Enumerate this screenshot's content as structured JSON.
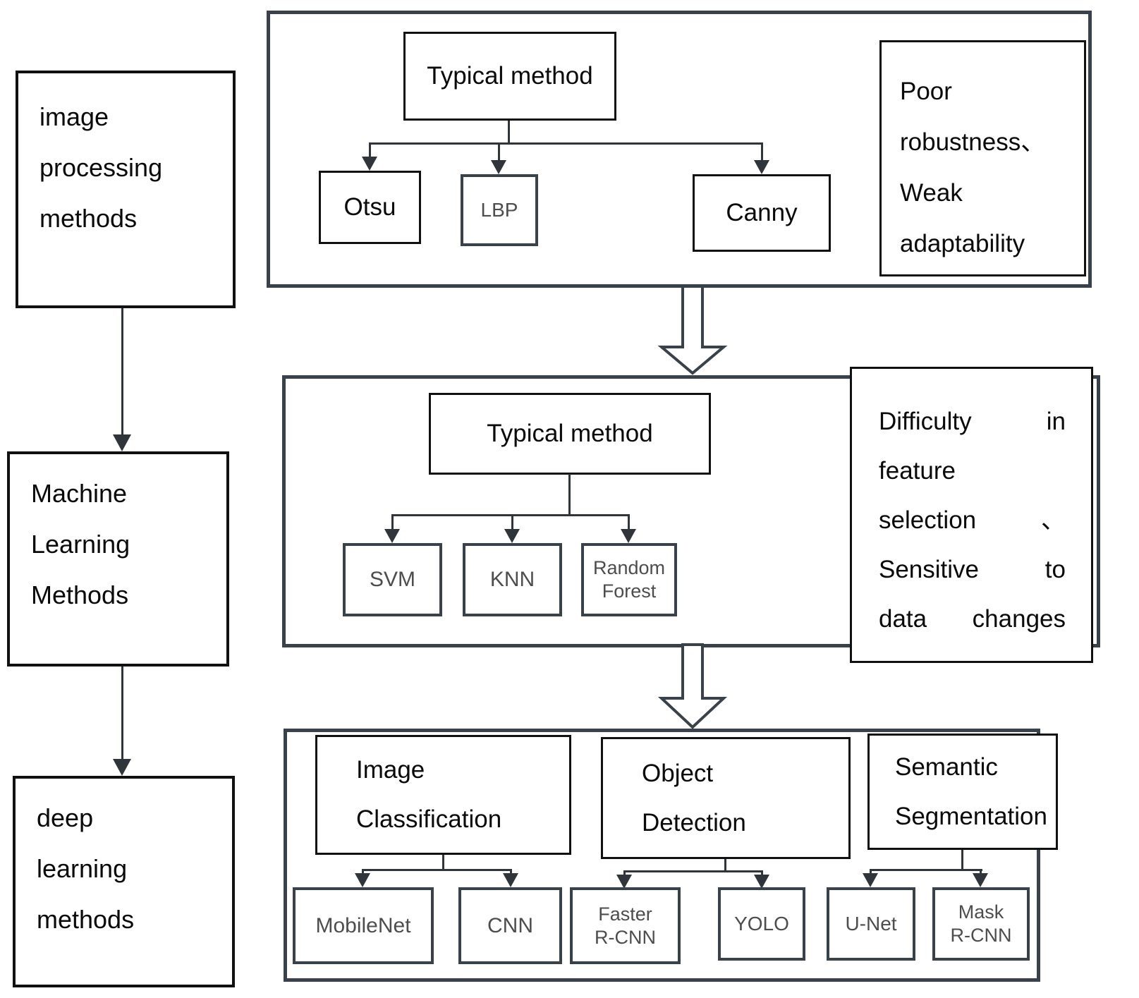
{
  "left_column": {
    "image_processing_label": "image\nprocessing\nmethods",
    "machine_learning_label": "Machine\nLearning\nMethods",
    "deep_learning_label": "deep\nlearning\nmethods"
  },
  "image_processing_stage": {
    "header_label": "Typical method",
    "otsu_label": "Otsu",
    "lbp_label": "LBP",
    "canny_label": "Canny",
    "drawback_label": "Poor\nrobustness、\nWeak\nadaptability"
  },
  "machine_learning_stage": {
    "header_label": "Typical method",
    "svm_label": "SVM",
    "knn_label": "KNN",
    "random_forest_label": "Random\nForest",
    "drawback_label": "Difficulty in\nfeature\nselection 、\nSensitive to\ndata changes"
  },
  "deep_learning_stage": {
    "image_classification_label": "Image\nClassification",
    "mobilenet_label": "MobileNet",
    "cnn_label": "CNN",
    "object_detection_label": "Object\nDetection",
    "faster_rcnn_label": "Faster\nR-CNN",
    "yolo_label": "YOLO",
    "semantic_segmentation_label": "Semantic\nSegmentation",
    "unet_label": "U-Net",
    "mask_rcnn_label": "Mask\nR-CNN"
  },
  "colors": {
    "background": "#ffffff",
    "container_border": "#39414b",
    "node_border": "#111111",
    "method_node_border": "#39414b",
    "label_text": "#0a0a0a",
    "method_text": "#4d4d4d",
    "connector": "#2f353b"
  }
}
